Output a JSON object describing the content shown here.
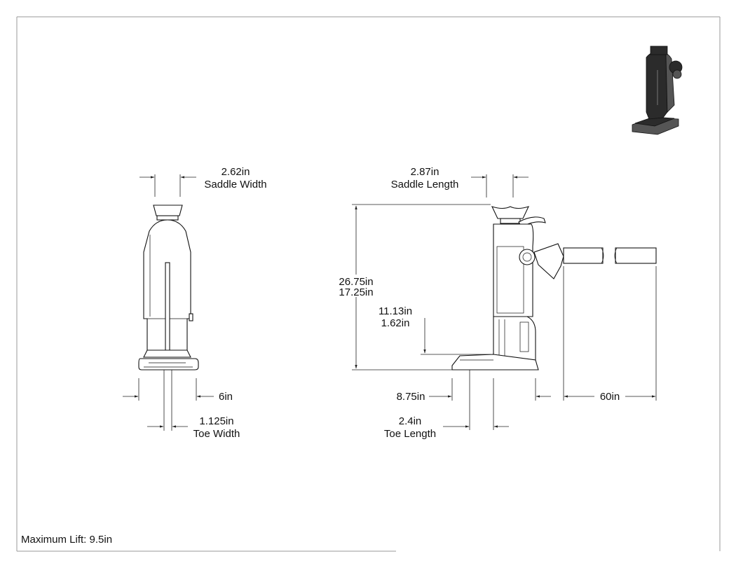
{
  "front_view": {
    "saddle_width": {
      "value": "2.62in",
      "label": "Saddle Width"
    },
    "base_width": {
      "value": "6in"
    },
    "toe_width": {
      "value": "1.125in",
      "label": "Toe Width"
    }
  },
  "side_view": {
    "saddle_length": {
      "value": "2.87in",
      "label": "Saddle Length"
    },
    "max_height": {
      "value": "26.75in"
    },
    "min_height": {
      "value": "17.25in"
    },
    "toe_height_max": {
      "value": "11.13in"
    },
    "toe_height_min": {
      "value": "1.62in"
    },
    "base_length": {
      "value": "8.75in"
    },
    "toe_length": {
      "value": "2.4in",
      "label": "Toe Length"
    },
    "handle_length": {
      "value": "60in"
    }
  },
  "footer": {
    "maximum_lift": "Maximum Lift: 9.5in"
  }
}
